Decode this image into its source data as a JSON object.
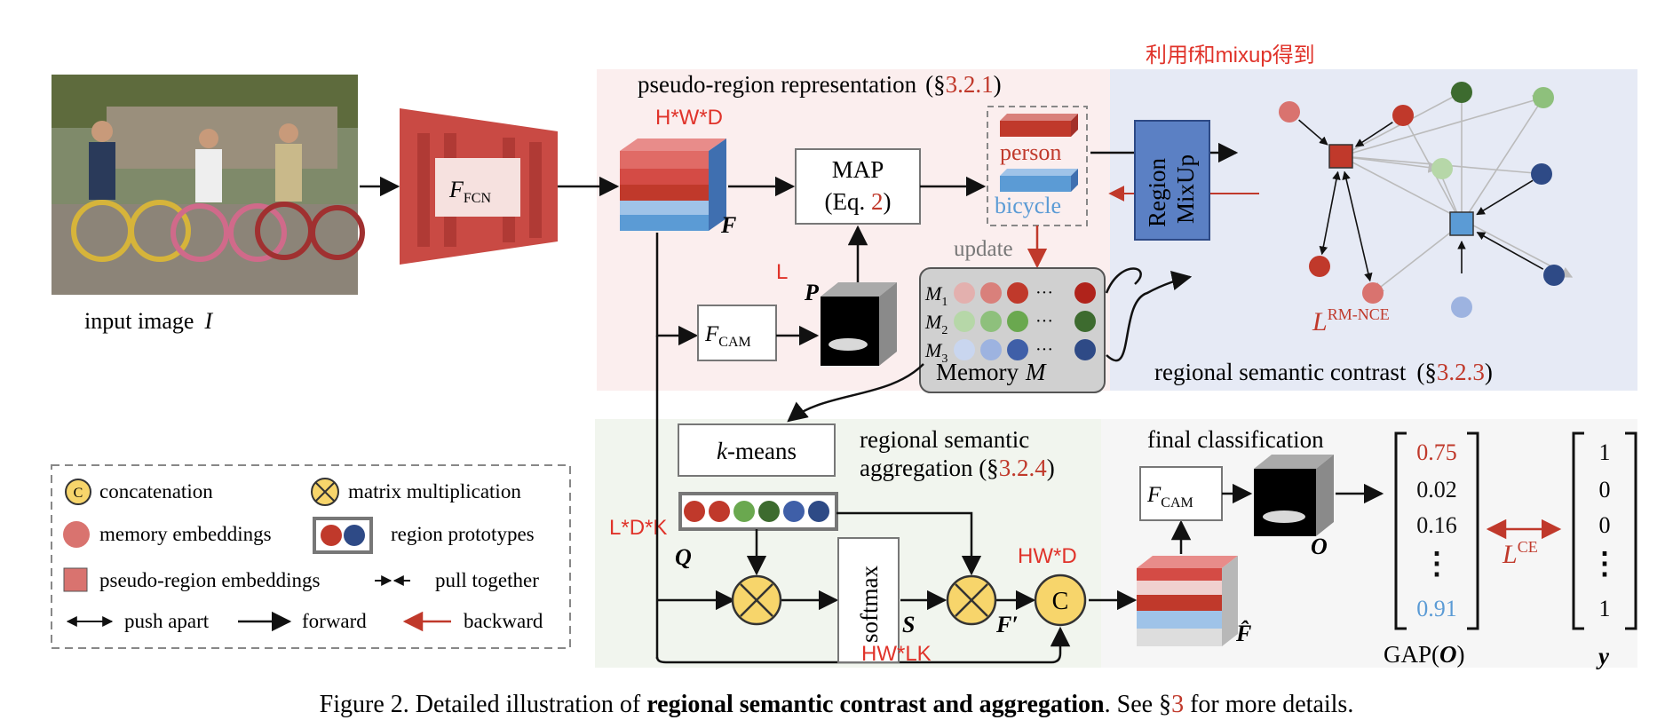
{
  "figure": {
    "caption_prefix": "Figure 2. Detailed illustration of ",
    "caption_bold": "regional semantic contrast and aggregation",
    "caption_mid": ". See §",
    "caption_ref": "3",
    "caption_suffix": " for more details."
  },
  "annotations": {
    "cn_note": "利用f和mixup得到",
    "hwd": "H*W*D",
    "l": "L",
    "ldk": "L*D*K",
    "hw_d": "HW*D",
    "hw_lk": "HW*LK"
  },
  "input": {
    "label": "input image",
    "symbol": "I"
  },
  "fcn": {
    "label": "F",
    "sub": "FCN"
  },
  "feature": {
    "label": "F"
  },
  "pseudo_region": {
    "title": "pseudo-region representation",
    "ref_open": "(§",
    "ref": "3.2.1",
    "ref_close": ")"
  },
  "map_box": {
    "line1": "MAP",
    "line2_pre": "(Eq. ",
    "line2_ref": "2",
    "line2_post": ")"
  },
  "classes": {
    "person": "person",
    "bicycle": "bicycle"
  },
  "mixup": {
    "line1": "Region",
    "line2": "MixUp"
  },
  "cam": {
    "label": "F",
    "sub": "CAM"
  },
  "p_label": "P",
  "update": "update",
  "memory": {
    "rows": [
      {
        "m": "M",
        "sub": "1"
      },
      {
        "m": "M",
        "sub": "2"
      },
      {
        "m": "M",
        "sub": "3"
      }
    ],
    "dots": "···",
    "label": "Memory",
    "symbol": "M"
  },
  "contrast": {
    "loss": "L",
    "loss_sup": "RM-NCE",
    "title": "regional semantic contrast",
    "ref_open": "(§",
    "ref": "3.2.3",
    "ref_close": ")"
  },
  "aggregation": {
    "kmeans": "k-means",
    "kmeans_rest": "-means",
    "kmeans_k": "k",
    "q_label": "Q",
    "title_line1": "regional semantic",
    "title_line2_pre": "aggregation (§",
    "ref": "3.2.4",
    "ref_close": ")",
    "softmax": "softmax",
    "s_label": "S",
    "f_prime": "F′",
    "concat_c": "C"
  },
  "classification": {
    "title": "final classification",
    "o_label": "O",
    "f_hat": "F̂",
    "gap_pre": "GAP(",
    "gap_o": "O",
    "gap_post": ")",
    "vec_pred": [
      "0.75",
      "0.02",
      "0.16",
      "⋮",
      "0.91"
    ],
    "vec_gt": [
      "1",
      "0",
      "0",
      "⋮",
      "1"
    ],
    "y_label": "y",
    "loss": "L",
    "loss_sup": "CE"
  },
  "legend": {
    "concatenation": "concatenation",
    "matrix": "matrix  multiplication",
    "memory_emb": "memory embeddings",
    "region_proto": "region prototypes",
    "pseudo_emb": "pseudo-region embeddings",
    "pull": "pull together",
    "push": "push apart",
    "forward": "forward",
    "backward": "backward",
    "c": "C"
  },
  "colors": {
    "red": "#c0392b",
    "accent_red": "#e0332a",
    "blue": "#5b9bd5",
    "green": "#6aa84f",
    "darkgreen": "#3d6b2f",
    "navy": "#2e4a86",
    "yellow": "#f7d56b",
    "pink_bg": "#fbeeee",
    "blue_bg": "#e6eaf5",
    "green_bg": "#f1f5ee"
  }
}
